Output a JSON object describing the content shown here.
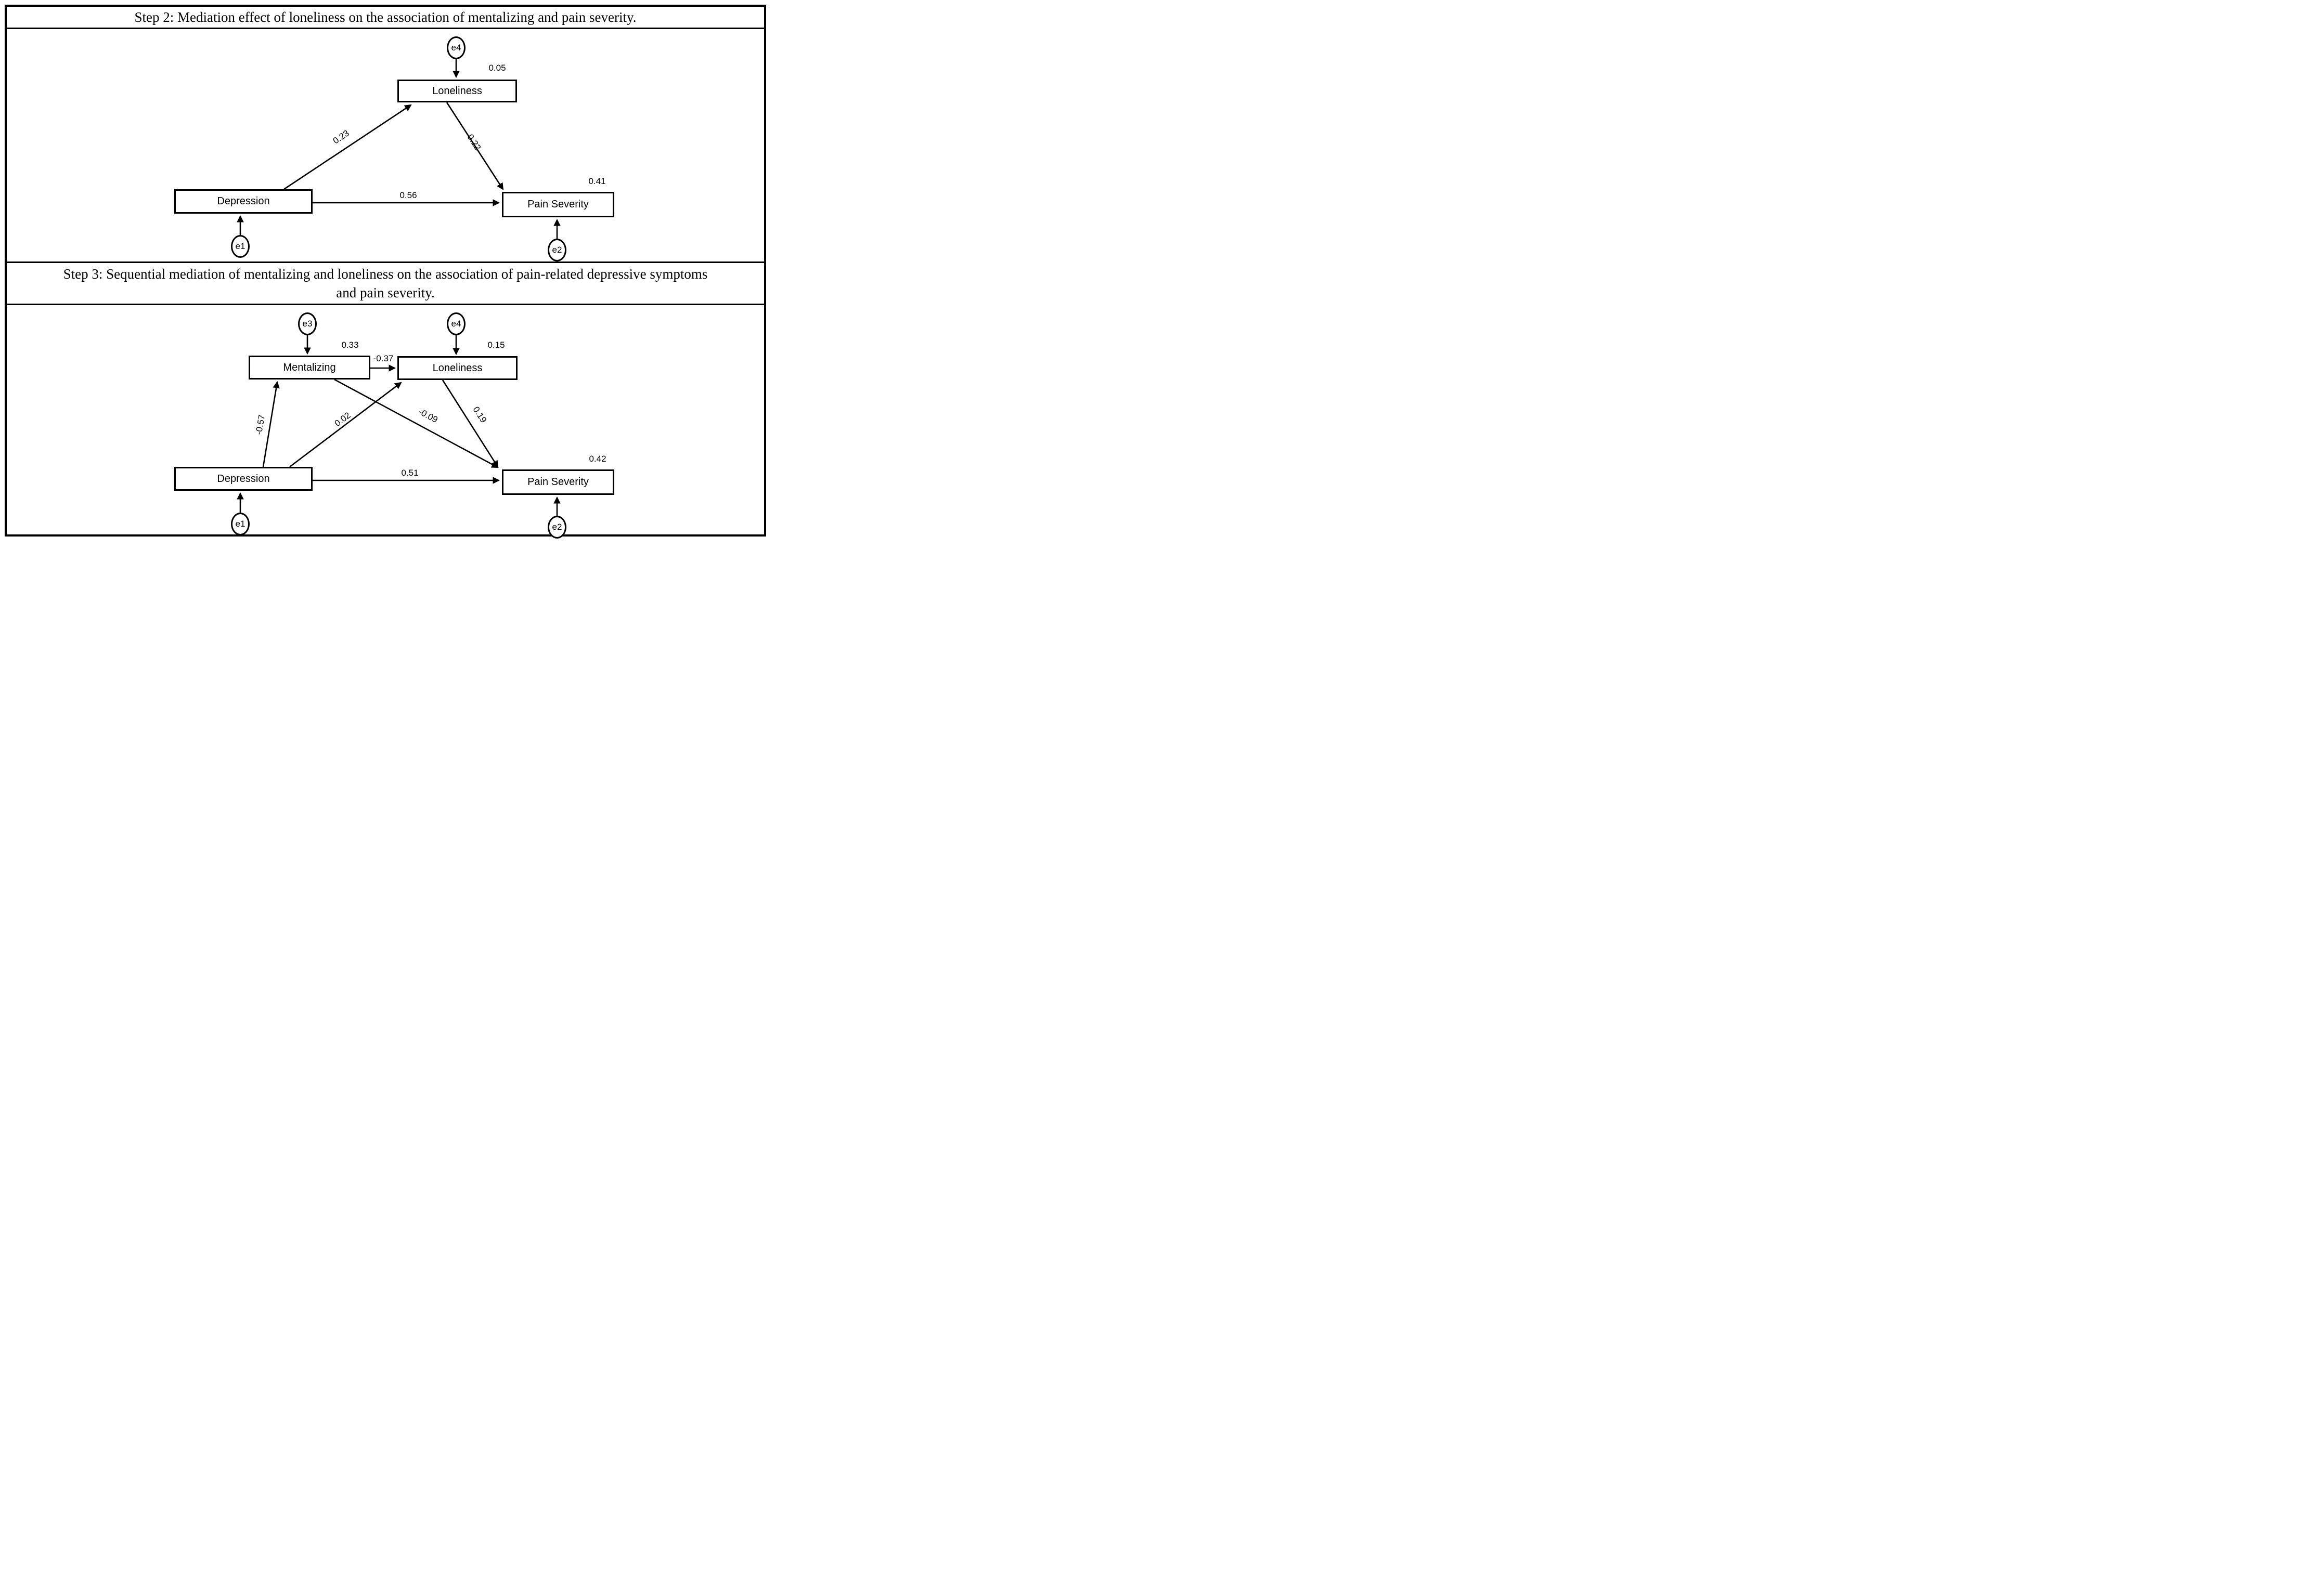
{
  "step2": {
    "title": "Step 2: Mediation effect of loneliness on the association of mentalizing and pain severity.",
    "nodes": {
      "loneliness": "Loneliness",
      "depression": "Depression",
      "pain": "Pain Severity"
    },
    "errors": {
      "e4": "e4",
      "e1": "e1",
      "e2": "e2"
    },
    "coefficients": {
      "dep_lone": "0.23",
      "lone_pain": "0.22",
      "dep_pain": "0.56",
      "r2_lone": "0.05",
      "r2_pain": "0.41"
    }
  },
  "step3": {
    "title_line1": "Step 3: Sequential mediation of mentalizing and loneliness on the association of pain-related depressive symptoms",
    "title_line2": "and pain severity.",
    "nodes": {
      "mentalizing": "Mentalizing",
      "loneliness": "Loneliness",
      "depression": "Depression",
      "pain": "Pain Severity"
    },
    "errors": {
      "e3": "e3",
      "e4": "e4",
      "e1": "e1",
      "e2": "e2"
    },
    "coefficients": {
      "ment_lone": "-0.37",
      "dep_ment": "-0.57",
      "dep_lone": "0.02",
      "ment_pain": "-0.09",
      "lone_pain": "0.19",
      "dep_pain": "0.51",
      "r2_ment": "0.33",
      "r2_lone": "0.15",
      "r2_pain": "0.42"
    }
  },
  "colors": {
    "ink": "#000000",
    "background": "#ffffff"
  }
}
